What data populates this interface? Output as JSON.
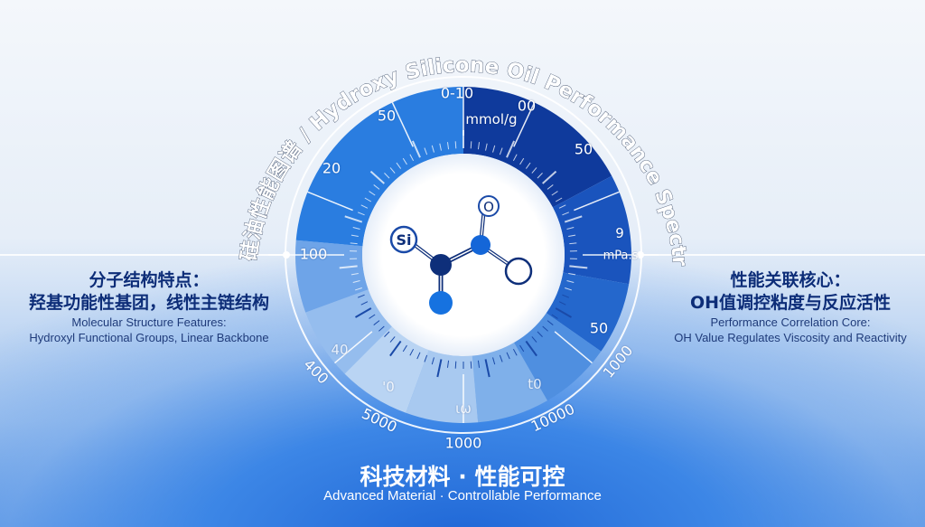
{
  "title": "羟基硅油性能图谱 / Hydroxy Silicone Oil Performance Spectrum",
  "gauge": {
    "labels": {
      "top": "0-10",
      "unit_top": "mmol/g",
      "top_right": "00",
      "top_left": "50",
      "upper_right": "50",
      "upper_left": "20",
      "right": "9",
      "unit_right": "mPa.s",
      "left": "100",
      "lower_right": "50",
      "lower_left_inner": "40",
      "lower_left_outer": "400",
      "lower_right_outer": "1000",
      "bottom_left_inner": "'0",
      "bottom_right_inner": "t0",
      "bottom_inner": "ιω",
      "bottom_left_outer": "5000",
      "bottom_right_outer": "10000",
      "bottom_outer": "1000"
    },
    "colors": {
      "dark": "#0f3a9c",
      "medium": "#2a7de0",
      "light": "#a8c9f0"
    }
  },
  "molecule": {
    "atom_si": "Si",
    "atom_o": "O"
  },
  "left_panel": {
    "cn_line1": "分子结构特点：",
    "cn_line2": "羟基功能性基团，线性主链结构",
    "en_line1": "Molecular Structure Features:",
    "en_line2": "Hydroxyl Functional Groups, Linear Backbone"
  },
  "right_panel": {
    "cn_line1": "性能关联核心：",
    "cn_line2": "OH值调控粘度与反应活性",
    "en_line1": "Performance Correlation Core:",
    "en_line2": "OH Value Regulates Viscosity and Reactivity"
  },
  "footer": {
    "cn": "科技材料 · 性能可控",
    "en": "Advanced Material · Controllable Performance"
  }
}
